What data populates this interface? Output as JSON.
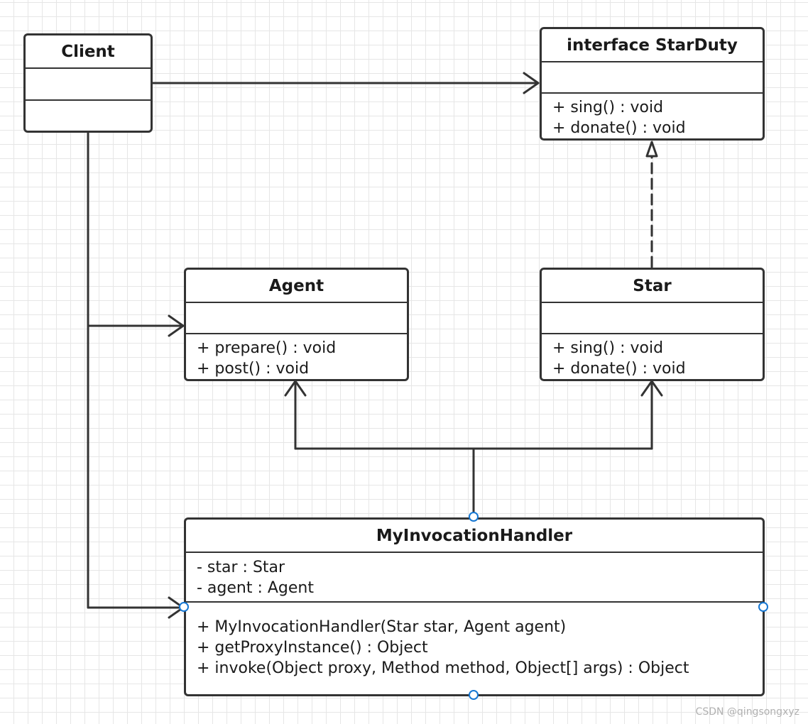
{
  "classes": {
    "client": {
      "name": "Client",
      "attributes": [],
      "methods": []
    },
    "star_duty": {
      "name": "interface StarDuty",
      "attributes": [],
      "methods": [
        "+ sing() :  void",
        "+ donate() :  void"
      ]
    },
    "agent": {
      "name": "Agent",
      "attributes": [],
      "methods": [
        "+ prepare() :  void",
        "+ post() :  void"
      ]
    },
    "star": {
      "name": "Star",
      "attributes": [],
      "methods": [
        "+ sing() :  void",
        "+ donate() :  void"
      ]
    },
    "handler": {
      "name": "MyInvocationHandler",
      "attributes": [
        "- star :  Star",
        "- agent :  Agent"
      ],
      "methods": [
        "+ MyInvocationHandler(Star star, Agent agent)",
        "+ getProxyInstance() :  Object",
        "+ invoke(Object proxy, Method method, Object[] args) :  Object"
      ]
    }
  },
  "relationships": [
    {
      "from": "Client",
      "to": "interface StarDuty",
      "type": "association"
    },
    {
      "from": "Client",
      "to": "Agent",
      "type": "association"
    },
    {
      "from": "Client",
      "to": "MyInvocationHandler",
      "type": "association"
    },
    {
      "from": "Star",
      "to": "interface StarDuty",
      "type": "realization"
    },
    {
      "from": "MyInvocationHandler",
      "to": "Agent",
      "type": "association"
    },
    {
      "from": "MyInvocationHandler",
      "to": "Star",
      "type": "association"
    }
  ],
  "colors": {
    "stroke": "#333333",
    "anchor": "#1677d2",
    "grid": "#e6e6e6",
    "watermark": "#b0b0b0"
  },
  "watermark": "CSDN @qingsongxyz"
}
